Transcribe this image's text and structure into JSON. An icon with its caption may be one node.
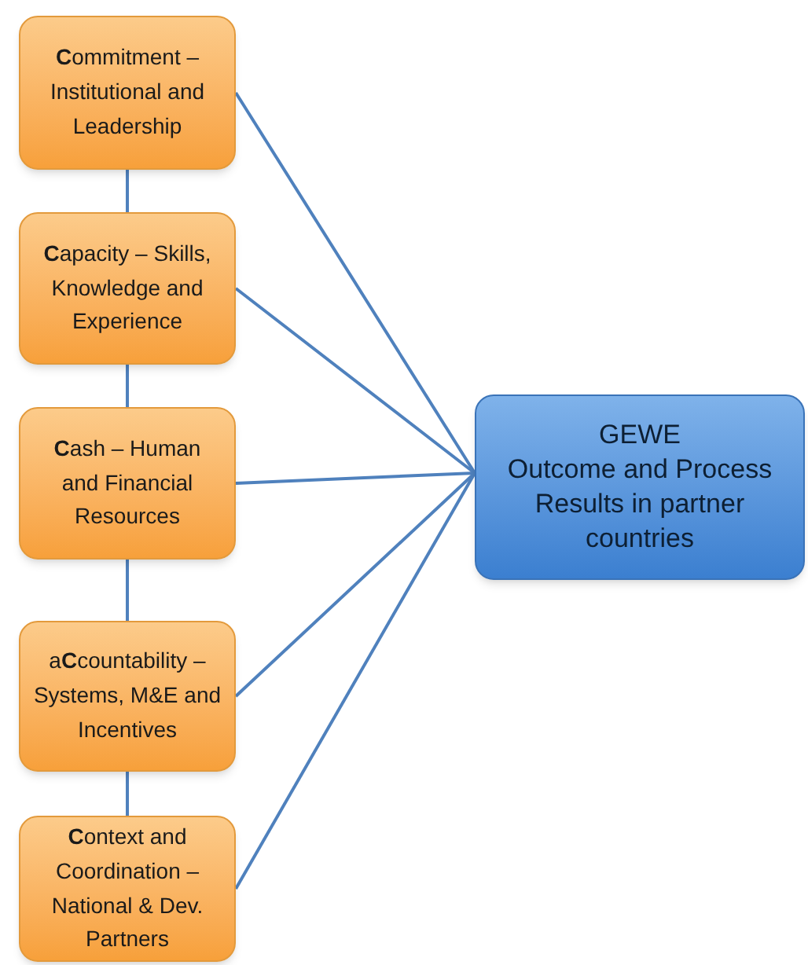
{
  "diagram": {
    "nodes": [
      {
        "text": [
          "**C**ommitment – Institutional and Leadership"
        ]
      },
      {
        "text": [
          "**C**apacity – Skills, Knowledge and Experience"
        ]
      },
      {
        "text": [
          "**C**ash – Human and Financial Resources"
        ]
      },
      {
        "text": [
          "a**C**countability – Systems, M&E and Incentives"
        ]
      },
      {
        "text": [
          "**C**ontext and Coordination – National & Dev. Partners"
        ]
      },
      {
        "text": [
          "GEWE",
          "Outcome and Process Results in partner countries"
        ]
      }
    ],
    "edges": [
      {
        "from": 0,
        "to": 1,
        "arrow": "none"
      },
      {
        "from": 1,
        "to": 2,
        "arrow": "none"
      },
      {
        "from": 2,
        "to": 3,
        "arrow": "none"
      },
      {
        "from": 3,
        "to": 4,
        "arrow": "none"
      },
      {
        "from": 0,
        "to": 5,
        "arrow": "none"
      },
      {
        "from": 1,
        "to": 5,
        "arrow": "none"
      },
      {
        "from": 2,
        "to": 5,
        "arrow": "none"
      },
      {
        "from": 3,
        "to": 5,
        "arrow": "none"
      },
      {
        "from": 4,
        "to": 5,
        "arrow": "none"
      }
    ]
  }
}
